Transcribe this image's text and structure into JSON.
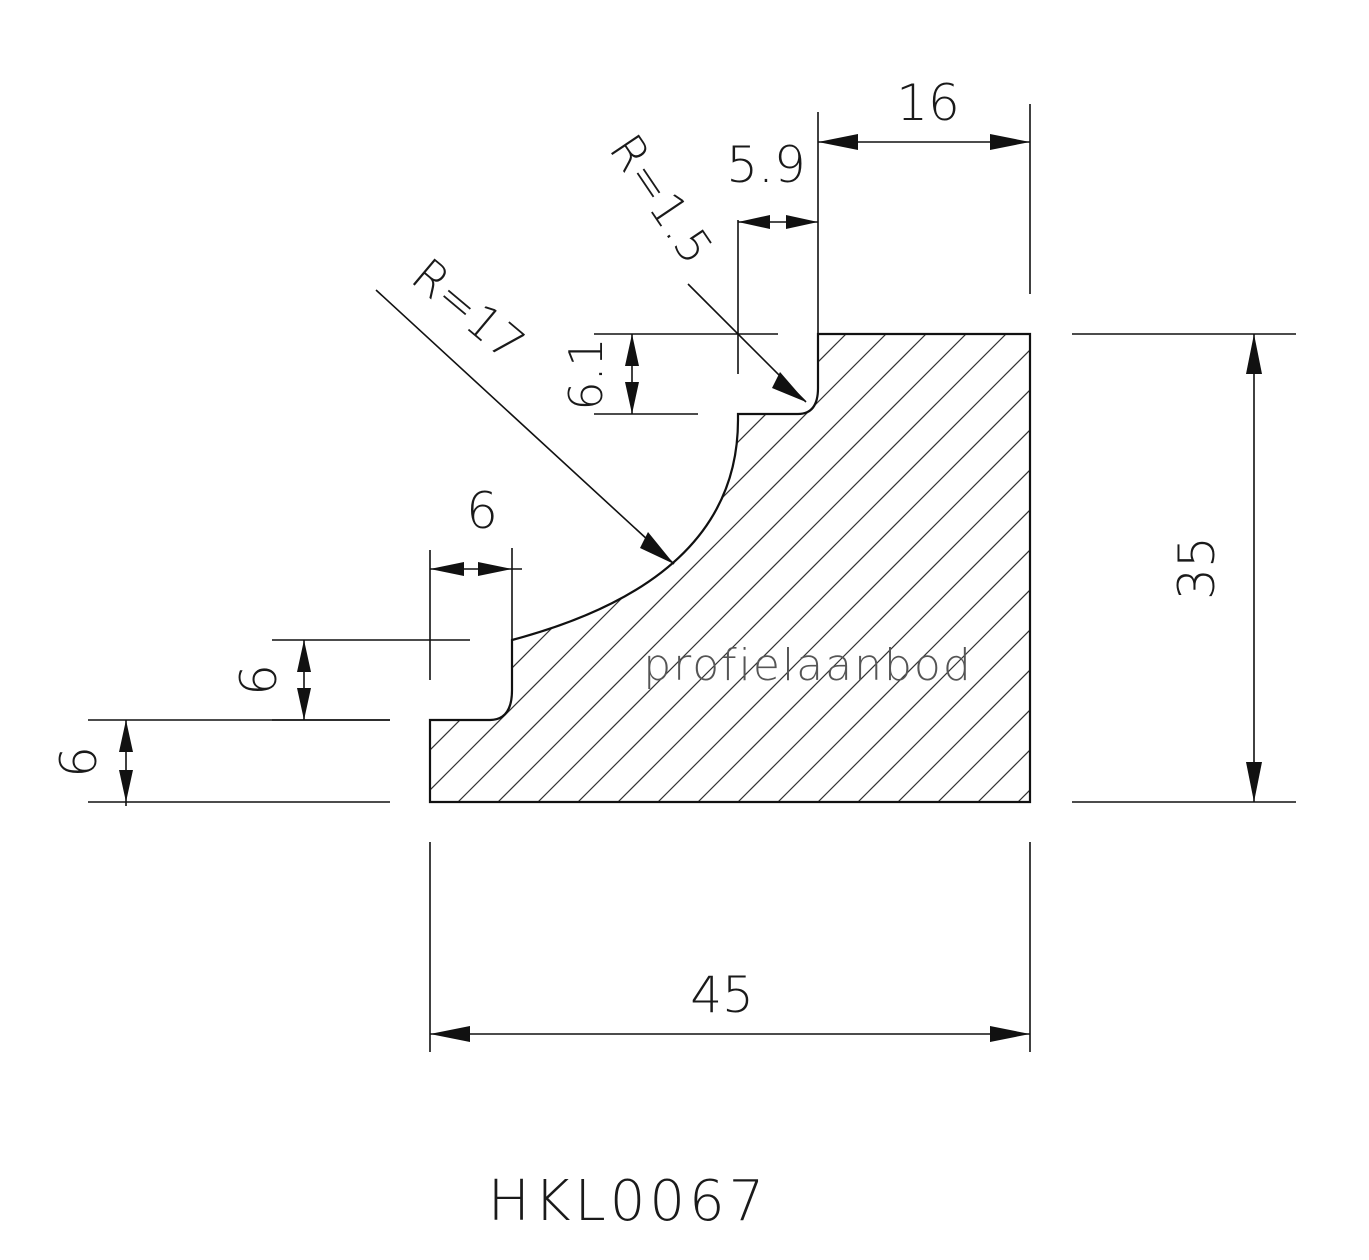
{
  "drawing": {
    "code": "HKL0067",
    "watermark": "profielaanbod",
    "dimensions": {
      "width": "45",
      "height": "35",
      "top_width": "16",
      "step_top": "5.9",
      "step_top_height": "6.1",
      "step_bottom_width": "6",
      "step_bottom_height": "6",
      "base_height": "6",
      "radius_small": "R=1.5",
      "radius_large": "R=17"
    }
  }
}
